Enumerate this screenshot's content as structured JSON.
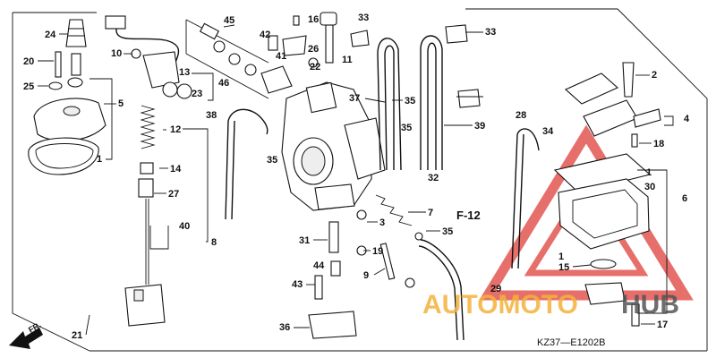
{
  "diagram": {
    "callouts": [
      "24",
      "20",
      "25",
      "5",
      "1",
      "10",
      "13",
      "23",
      "46",
      "45",
      "42",
      "16",
      "41",
      "26",
      "22",
      "11",
      "33",
      "33",
      "2",
      "4",
      "18",
      "12",
      "14",
      "27",
      "40",
      "8",
      "38",
      "37",
      "35",
      "39",
      "35",
      "32",
      "28",
      "34",
      "1",
      "30",
      "6",
      "35",
      "7",
      "3",
      "31",
      "19",
      "44",
      "9",
      "43",
      "36",
      "21",
      "F-12",
      "35",
      "1",
      "15",
      "29",
      "17"
    ],
    "drawing_code": "KZ37—E1202B",
    "section_ref": "F-12",
    "direction_label": "FR."
  },
  "watermark": {
    "auto": "AUTOMOTO",
    "hub": "HUB",
    "color_auto": "#f3b23a",
    "color_hub": "#555555",
    "color_triangle": "#e0403a"
  }
}
